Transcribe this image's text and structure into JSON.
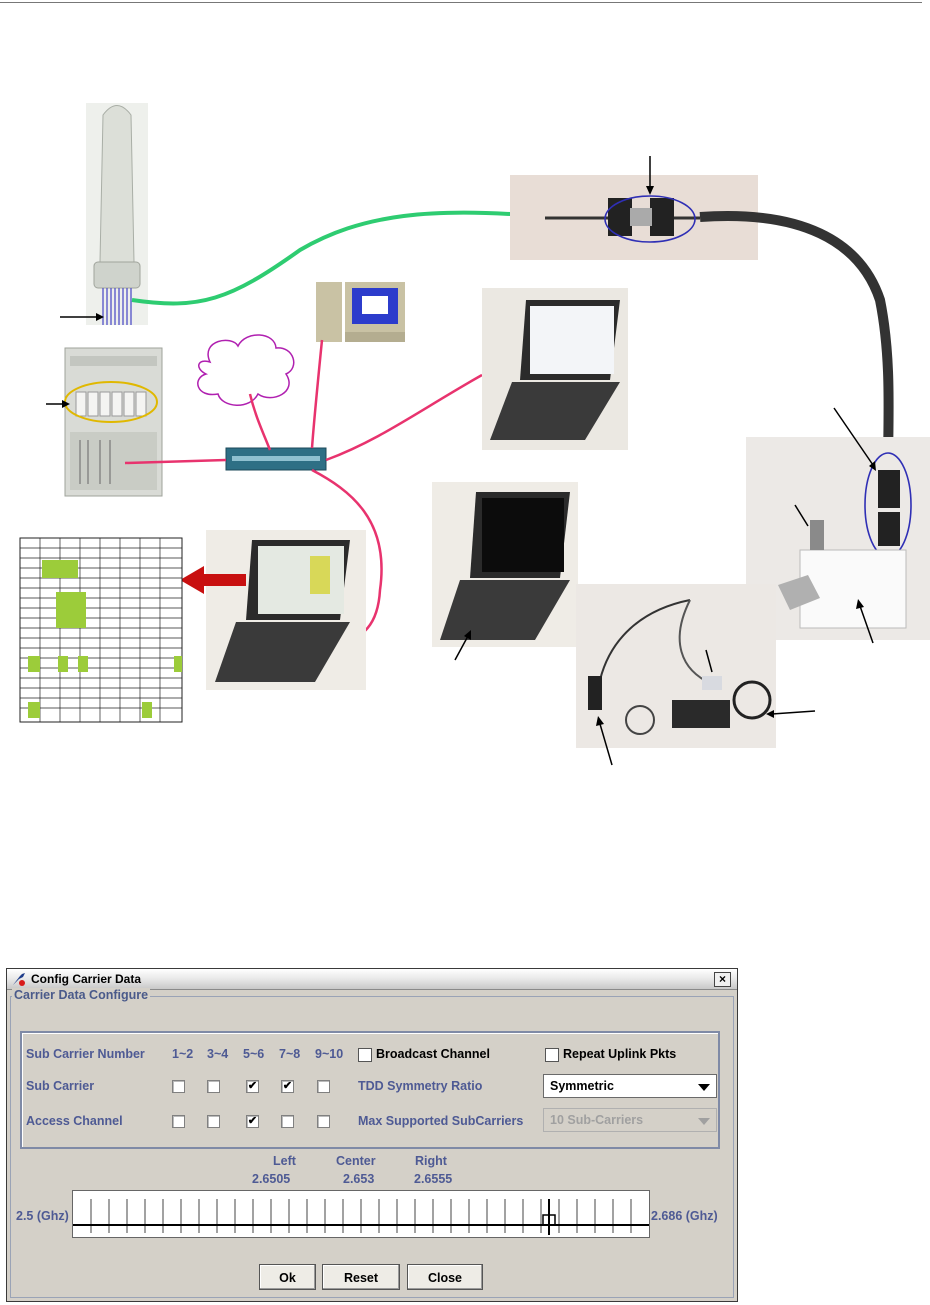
{
  "dialog": {
    "title": "Config Carrier Data",
    "close_label": "×",
    "group_label": "Carrier Data Configure",
    "sub_carrier_number_label": "Sub Carrier Number",
    "ranges": [
      "1~2",
      "3~4",
      "5~6",
      "7~8",
      "9~10"
    ],
    "sub_carrier_label": "Sub Carrier",
    "access_channel_label": "Access Channel",
    "sub_carrier_checked": [
      false,
      false,
      true,
      true,
      false
    ],
    "access_channel_checked": [
      false,
      false,
      true,
      false,
      false
    ],
    "broadcast_label": "Broadcast Channel",
    "repeat_label": "Repeat Uplink Pkts",
    "tdd_label": "TDD Symmetry Ratio",
    "tdd_value": "Symmetric",
    "max_label": "Max Supported SubCarriers",
    "max_value": "10 Sub-Carriers",
    "check_mark": "✔",
    "freq": {
      "left_label": "Left",
      "center_label": "Center",
      "right_label": "Right",
      "left_value": "2.6505",
      "center_value": "2.653",
      "right_value": "2.6555",
      "min_label": "2.5 (Ghz)",
      "max_label": "2.686 (Ghz)"
    },
    "buttons": {
      "ok": "Ok",
      "reset": "Reset",
      "close": "Close"
    }
  },
  "colors": {
    "green_cable": "#2ecc71",
    "pink_cable": "#e8336e",
    "dark_cable": "#333333",
    "blue_highlight": "#2f2fb5",
    "yellow_highlight": "#e0b800",
    "red_arrow": "#c81010",
    "green_cell": "#9ccc3a"
  }
}
